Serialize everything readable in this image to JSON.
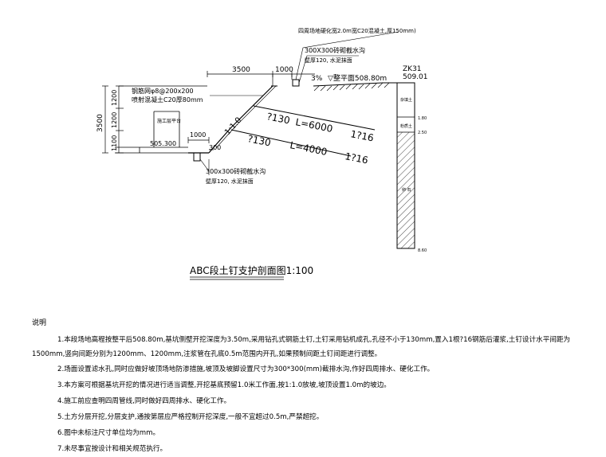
{
  "drawing": {
    "top_note": "四周场地硬化宽2.0m宽C20混凝土,厚150mm)",
    "ditch_top": "300X300砖砌截水沟",
    "ditch_top_sub": "壁厚120, 水泥抹面",
    "dim_3500_h": "3500",
    "dim_1000_top": "1000",
    "slope_pct": "3%",
    "elevation": "▽整平面508.80m",
    "mesh": "钢筋网φ8@200x200",
    "shotcrete": "喷射混凝土C20厚80mm",
    "dim_1200_a": "1200",
    "dim_1200_b": "1200",
    "dim_1100": "1100",
    "dim_3500_v": "3500",
    "platform": "施工层平台",
    "dim_505": "505.300",
    "dim_1000_mid": "1000",
    "dim_300": "300",
    "slope_ratio": "1:1.0",
    "nail1_dia": "?130",
    "nail1_len": "L=6000",
    "nail1_bar": "1?16",
    "nail2_dia": "?130",
    "nail2_len": "L=4000",
    "nail2_bar": "1?16",
    "ditch_bot": "300x300砖砌截水沟",
    "ditch_bot_sub": "壁厚120, 水泥抹面",
    "bore_id": "ZK31",
    "bore_elev": "509.01",
    "layer1": "杂填土",
    "layer2": "粉质土",
    "layer3": "卵 石",
    "depth1": "1.80",
    "depth2": "2.50",
    "depth3": "8.60",
    "section_title": "ABC段土钉支护剖面图1:100"
  },
  "notes": {
    "title": "说明",
    "items": [
      "1.本段场地高程按整平后508.80m,基坑侧壁开挖深度为3.50m,采用钻孔式钢筋土钉,土钉采用钻机成孔,孔径不小于130mm,置入1根?16钢筋后灌浆,土钉设计水平间距为1500mm,竖向间距分别为1200mm、1200mm,注浆管在孔底0.5m范围内开孔,如果预制间距土钉间距进行调整。",
      "2.场面设置滤水孔,同时应做好坡顶场地防渗措施,坡顶及坡脚设置尺寸为300*300(mm)截排水沟,作好四周排水、硬化工作。",
      "3.本方案可根据基坑开挖的情况进行适当调整,开挖基底预留1.0米工作面,按1:1.0放坡,坡顶设置1.0m的坡边。",
      "4.施工前应查明四周管线,同时做好四周排水、硬化工作。",
      "5.土方分层开挖,分层支护,通按第层应严格控制开挖深度,一般不宜超过0.5m,严禁超挖。",
      "6.图中未标注尺寸单位均为mm。",
      "7.未尽事宜按设计和相关规范执行。"
    ]
  }
}
